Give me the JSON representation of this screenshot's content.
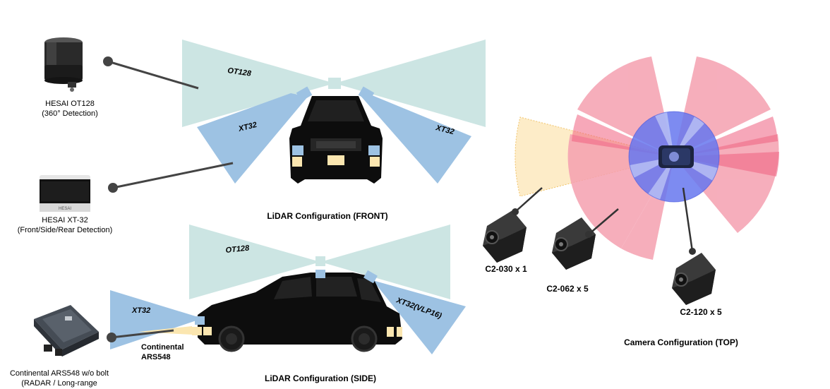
{
  "sensors": {
    "ot128": {
      "name": "HESAI OT128",
      "note": "(360° Detection)"
    },
    "xt32": {
      "name": "HESAI XT-32",
      "note": "(Front/Side/Rear Detection)"
    },
    "radar": {
      "name": "Continental ARS548 w/o bolt",
      "note": "(RADAR / Long-range"
    }
  },
  "front_view": {
    "caption": "LiDAR Configuration (FRONT)",
    "beam_top": "OT128",
    "beam_left": "XT32",
    "beam_right": "XT32"
  },
  "side_view": {
    "caption": "LiDAR Configuration (SIDE)",
    "beam_top": "OT128",
    "beam_rear": "XT32",
    "beam_front": "XT32(VLP16)",
    "radar_line1": "Continental",
    "radar_line2": "ARS548"
  },
  "top_view": {
    "caption": "Camera Configuration (TOP)",
    "cameras": [
      {
        "label": "C2-030 x 1"
      },
      {
        "label": "C2-062 x 5"
      },
      {
        "label": "C2-120 x 5"
      }
    ]
  },
  "colors": {
    "ot128_fov": "#cce5e3",
    "xt32_fov": "#9dc2e3",
    "radar_fov": "#fbe6b0",
    "cam_narrow": "#fdebc6",
    "cam_mid": "#f5a0b0",
    "cam_wide": "#6677ee",
    "car": "#0d0d0d"
  }
}
